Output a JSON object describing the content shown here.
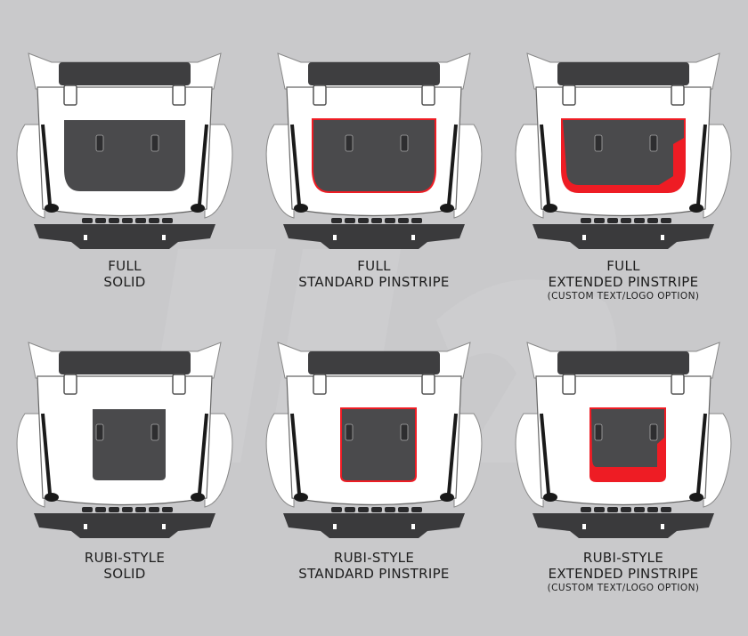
{
  "colors": {
    "background": "#c9c9cb",
    "body": "#ffffff",
    "decal": "#4a4a4c",
    "cowl": "#3e3e40",
    "bumper": "#3a3a3c",
    "pinstripe": "#ee1c24",
    "text": "#1d1d1d"
  },
  "options": [
    {
      "id": "full-solid",
      "hood_style": "full",
      "stripe": "none",
      "line1": "FULL",
      "line2": "SOLID",
      "note": ""
    },
    {
      "id": "full-standard",
      "hood_style": "full",
      "stripe": "standard",
      "line1": "FULL",
      "line2": "STANDARD PINSTRIPE",
      "note": ""
    },
    {
      "id": "full-extended",
      "hood_style": "full",
      "stripe": "extended",
      "line1": "FULL",
      "line2": "EXTENDED PINSTRIPE",
      "note": "(CUSTOM TEXT/LOGO OPTION)"
    },
    {
      "id": "rubi-solid",
      "hood_style": "rubi",
      "stripe": "none",
      "line1": "RUBI-STYLE",
      "line2": "SOLID",
      "note": ""
    },
    {
      "id": "rubi-standard",
      "hood_style": "rubi",
      "stripe": "standard",
      "line1": "RUBI-STYLE",
      "line2": "STANDARD PINSTRIPE",
      "note": ""
    },
    {
      "id": "rubi-extended",
      "hood_style": "rubi",
      "stripe": "extended",
      "line1": "RUBI-STYLE",
      "line2": "EXTENDED PINSTRIPE",
      "note": "(CUSTOM TEXT/LOGO OPTION)"
    }
  ]
}
